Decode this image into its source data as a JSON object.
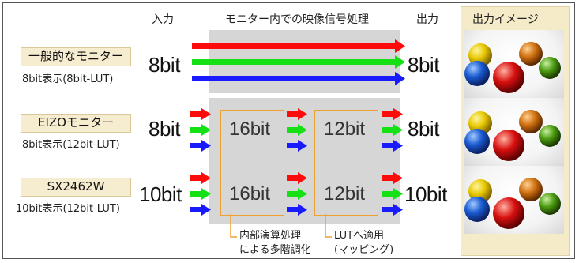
{
  "headers": {
    "input": "入力",
    "processing": "モニター内での映像信号処理",
    "output": "出力",
    "output_image": "出力イメージ"
  },
  "rows": [
    {
      "name": "一般的なモニター",
      "desc": "8bit表示(8bit-LUT)",
      "input_bits": "8bit",
      "output_bits": "8bit"
    },
    {
      "name": "EIZOモニター",
      "desc": "8bit表示(12bit-LUT)",
      "input_bits": "8bit",
      "stage1": "16bit",
      "stage2": "12bit",
      "output_bits": "8bit"
    },
    {
      "name": "SX2462W",
      "desc": "10bit表示(12bit-LUT)",
      "input_bits": "10bit",
      "stage1": "16bit",
      "stage2": "12bit",
      "output_bits": "10bit"
    }
  ],
  "notes": {
    "stage1_line1": "内部演算処理",
    "stage1_line2": "による多階調化",
    "stage2_line1": "LUTへ適用",
    "stage2_line2": "(マッピング)"
  },
  "colors": {
    "red": "#ff0a0a",
    "green": "#14e014",
    "blue": "#1a1aff",
    "accent": "#f0a030",
    "panel": "#f5ebc9"
  }
}
